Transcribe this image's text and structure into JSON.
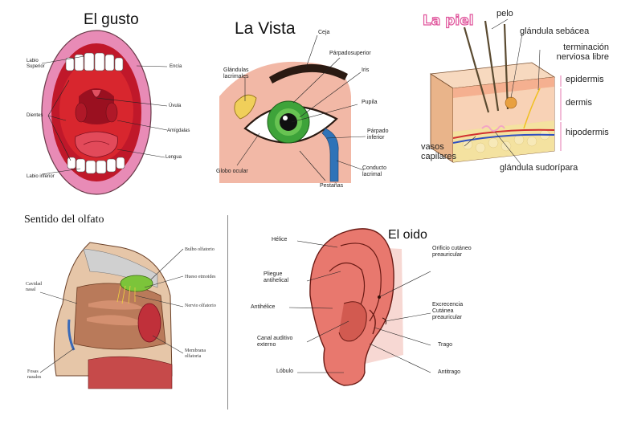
{
  "taste": {
    "title": "El gusto",
    "labels": {
      "upper_lip": "Labio Superior",
      "gum": "Encía",
      "teeth": "Dientes",
      "uvula": "Úvula",
      "tonsils": "Amígdalas",
      "tongue": "Lengua",
      "lower_lip": "Labio inferior"
    }
  },
  "sight": {
    "title": "La Vista",
    "labels": {
      "eyebrow": "Ceja",
      "upper_eyelid": "Párpadosuperior",
      "lacrimal_glands": "Glándulas lacrimales",
      "iris": "Iris",
      "pupil": "Pupila",
      "lower_eyelid": "Párpado inferior",
      "eyeball": "Globo ocular",
      "lashes": "Pestañas",
      "tear_duct": "Conducto lacrimal"
    }
  },
  "skin": {
    "title": "La piel",
    "labels": {
      "hair": "pelo",
      "sebaceous_gland": "glándula sebácea",
      "nerve_ending": "terminación nerviosa libre",
      "epidermis": "epidermis",
      "dermis": "dermis",
      "hypodermis": "hipodermis",
      "capillaries": "vasos capilares",
      "sweat_gland": "glándula sudorípara"
    }
  },
  "smell": {
    "title": "Sentido del olfato",
    "labels": {
      "olfactory_bulb": "Bulbo olfatorio",
      "ethmoid_bone": "Hueso etmoides",
      "nasal_cavity": "Cavidad nasal",
      "olfactory_nerve": "Nervio olfatorio",
      "mucosa": "Membrana olfatoria",
      "nostrils": "Fosas nasales"
    }
  },
  "hearing": {
    "title": "El oido",
    "labels": {
      "helix": "Hélice",
      "antihelix_fold": "Pliegue antihelical",
      "antihelix": "Antihélice",
      "auditory_canal": "Canal auditivo externo",
      "lobule": "Lóbulo",
      "preauricular_orifice": "Orificio cutáneo preauricular",
      "preauricular_growth": "Excrecencia Cutánea preauricular",
      "tragus": "Trago",
      "antitragus": "Antitrago"
    }
  },
  "colors": {
    "lip_pink": "#e88bb6",
    "mouth_red": "#d8262e",
    "iris_green": "#3ea33a",
    "skin_tan": "#f2c9a0",
    "ear_red": "#e8786e",
    "skin_title_pink": "#e0559c"
  }
}
